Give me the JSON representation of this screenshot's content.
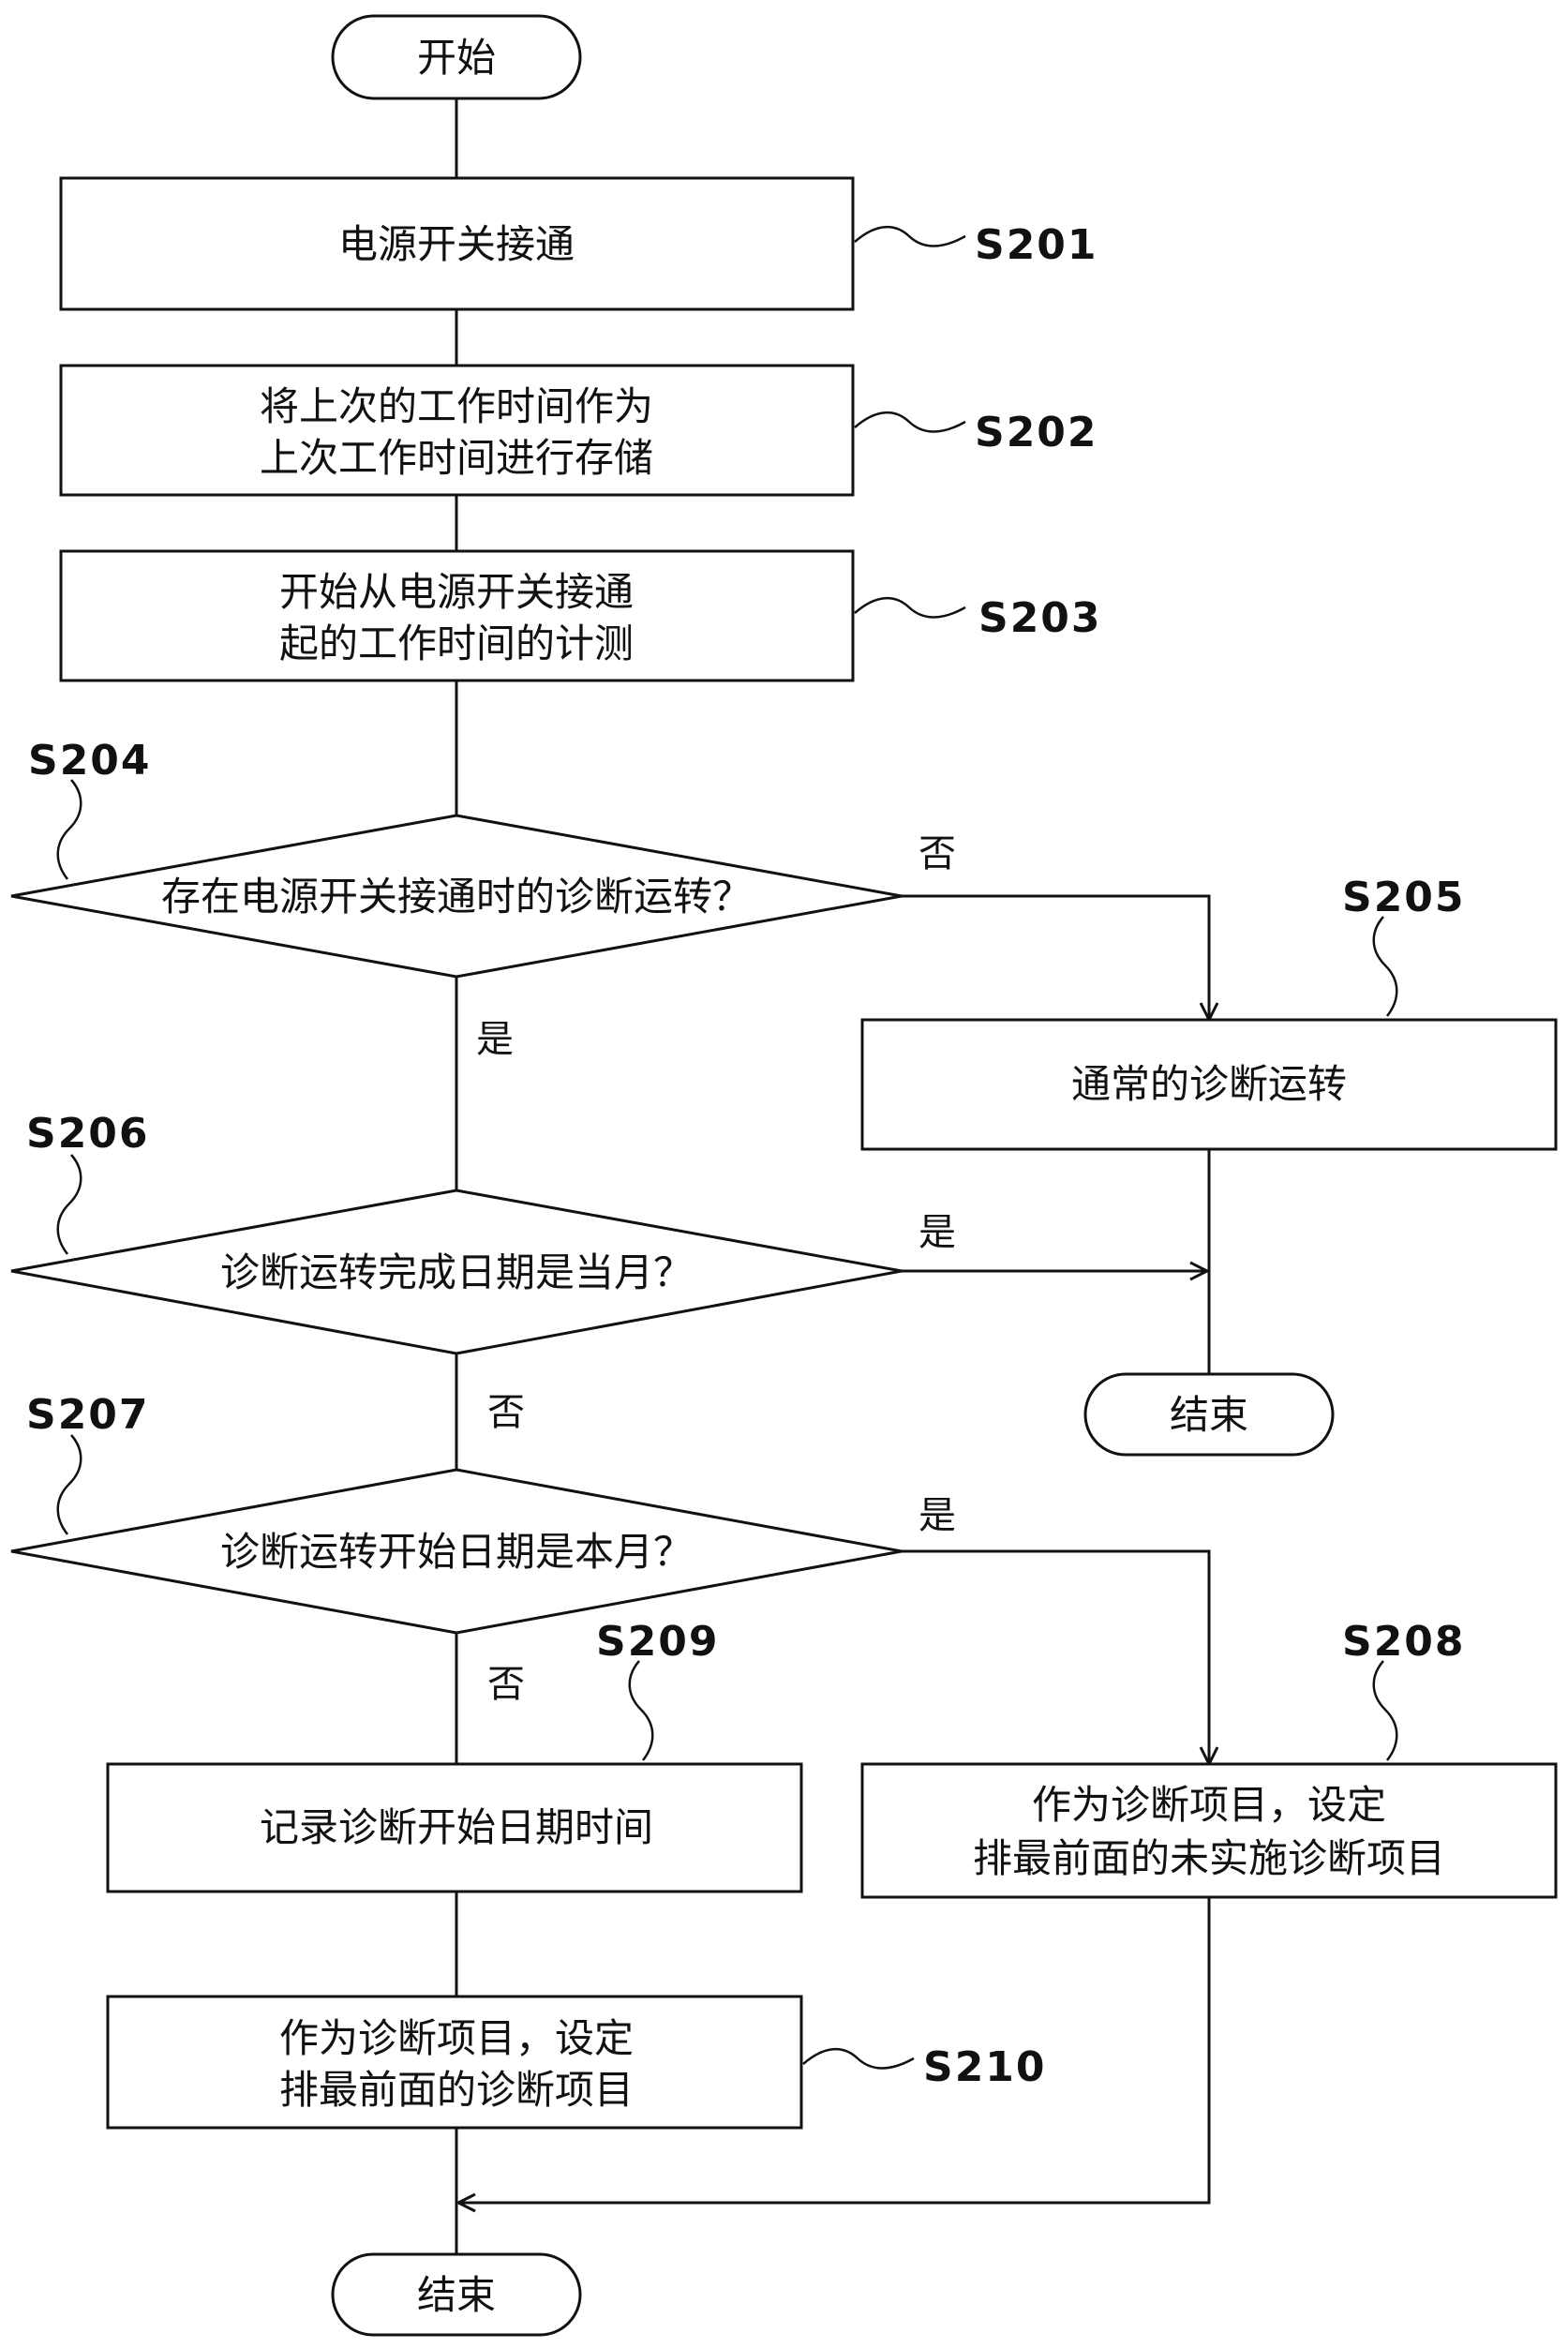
{
  "terminals": {
    "start": "开始",
    "end_top": "结束",
    "end_bottom": "结束"
  },
  "steps": {
    "s201": {
      "id": "S201",
      "lines": [
        "电源开关接通"
      ]
    },
    "s202": {
      "id": "S202",
      "lines": [
        "将上次的工作时间作为",
        "上次工作时间进行存储"
      ]
    },
    "s203": {
      "id": "S203",
      "lines": [
        "开始从电源开关接通",
        "起的工作时间的计测"
      ]
    },
    "s204": {
      "id": "S204",
      "lines": [
        "存在电源开关接通时的诊断运转？"
      ]
    },
    "s205": {
      "id": "S205",
      "lines": [
        "通常的诊断运转"
      ]
    },
    "s206": {
      "id": "S206",
      "lines": [
        "诊断运转完成日期是当月？"
      ]
    },
    "s207": {
      "id": "S207",
      "lines": [
        "诊断运转开始日期是本月？"
      ]
    },
    "s208": {
      "id": "S208",
      "lines": [
        "作为诊断项目，设定",
        "排最前面的未实施诊断项目"
      ]
    },
    "s209": {
      "id": "S209",
      "lines": [
        "记录诊断开始日期时间"
      ]
    },
    "s210": {
      "id": "S210",
      "lines": [
        "作为诊断项目，设定",
        "排最前面的诊断项目"
      ]
    }
  },
  "branches": {
    "s204_no": "否",
    "s204_yes": "是",
    "s206_yes": "是",
    "s206_no": "否",
    "s207_yes": "是",
    "s207_no": "否"
  }
}
